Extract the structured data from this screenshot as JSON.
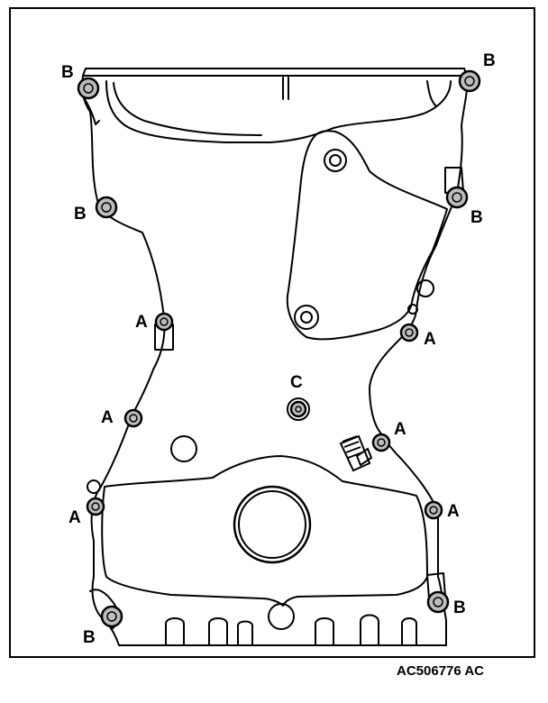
{
  "labels": {
    "a": "A",
    "b": "B",
    "c": "C"
  },
  "figure_id": "AC506776 AC"
}
